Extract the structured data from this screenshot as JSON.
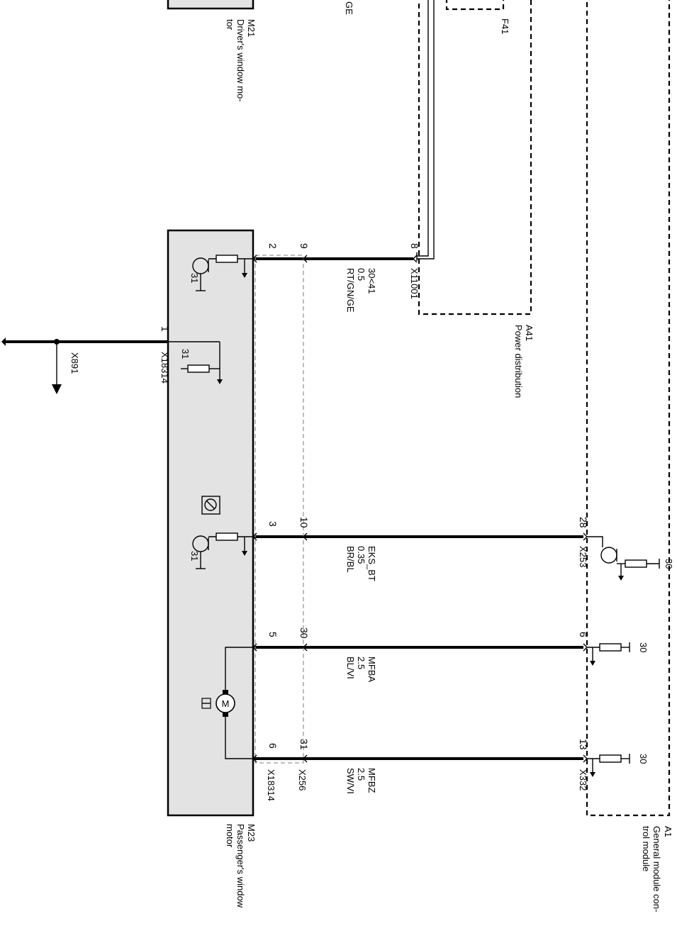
{
  "components": {
    "a1": {
      "id": "A1",
      "name_line1": "General module con-",
      "name_line2": "trol module"
    },
    "a41": {
      "id": "A41",
      "name": "Power distribution"
    },
    "f41": {
      "id": "F41"
    },
    "m21": {
      "id": "M21",
      "name_line1": "Driver's window mo-",
      "name_line2": "tor"
    },
    "m23": {
      "id": "M23",
      "name_line1": "Passenger's window",
      "name_line2": "motor"
    }
  },
  "top_partial_label": "GE",
  "connectors": {
    "x11001": "X11001",
    "x18314_top": "X18314",
    "x18314_bottom": "X18314",
    "x256": "X256",
    "x253": "X253",
    "x332": "X332",
    "x891": "X891"
  },
  "pins": {
    "m23_a": "2",
    "x256_a": "9",
    "a41_a": "8",
    "m23_ground": "1",
    "m23_b": "3",
    "x256_b": "10",
    "a1_b": "28",
    "m23_c": "5",
    "x256_c": "30",
    "a1_c": "6",
    "m23_d": "6",
    "x256_d": "31",
    "a1_d": "13"
  },
  "wires": [
    {
      "signal": "30<41",
      "gauge": "0.5",
      "color": "RT/GN/GE"
    },
    {
      "signal": "EKS_BT",
      "gauge": "0.35",
      "color": "BR/BL"
    },
    {
      "signal": "MFBA",
      "gauge": "2.5",
      "color": "BL/VI"
    },
    {
      "signal": "MFBZ",
      "gauge": "2.5",
      "color": "SW/VI"
    }
  ],
  "terminal_labels": {
    "m23_t1": "31",
    "m23_t2": "31",
    "m23_t3": "31",
    "a1_t1": "30",
    "a1_t2": "30",
    "a1_t3": "30"
  },
  "icons": [
    "transistor-icon",
    "resistor-icon",
    "ground-icon",
    "motor-icon",
    "hall-sensor-icon",
    "arrow-down-icon"
  ]
}
